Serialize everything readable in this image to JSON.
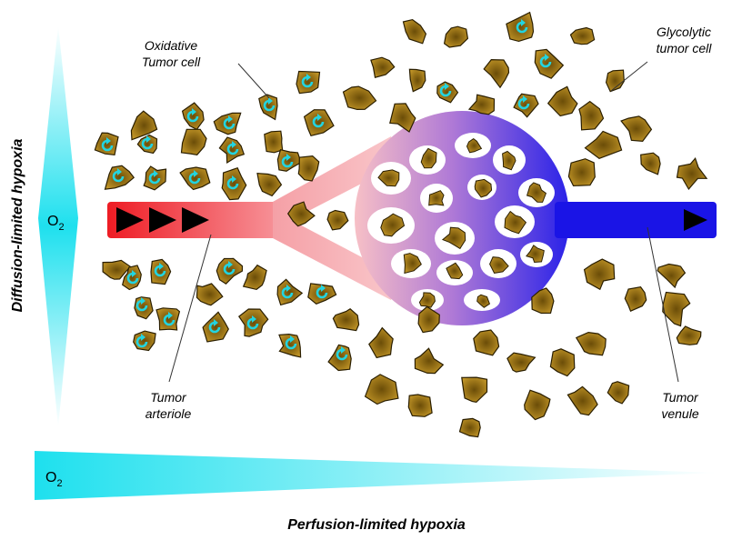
{
  "labels": {
    "oxidative_line1": "Oxidative",
    "oxidative_line2": "Tumor cell",
    "glycolytic_line1": "Glycolytic",
    "glycolytic_line2": "tumor cell",
    "arteriole_line1": "Tumor",
    "arteriole_line2": "arteriole",
    "venule_line1": "Tumor",
    "venule_line2": "venule"
  },
  "axes": {
    "vertical_title": "Diffusion-limited hypoxia",
    "horizontal_title": "Perfusion-limited hypoxia",
    "oxygen_main": "O",
    "oxygen_sub": "2"
  },
  "colors": {
    "arteriole": "#ee1c24",
    "venule": "#1a14e6",
    "cell_fill": "#b38a22",
    "cell_core": "#6b4d08",
    "oxidative_marker": "#22d4e0",
    "gradient": "#1ee0ee"
  }
}
